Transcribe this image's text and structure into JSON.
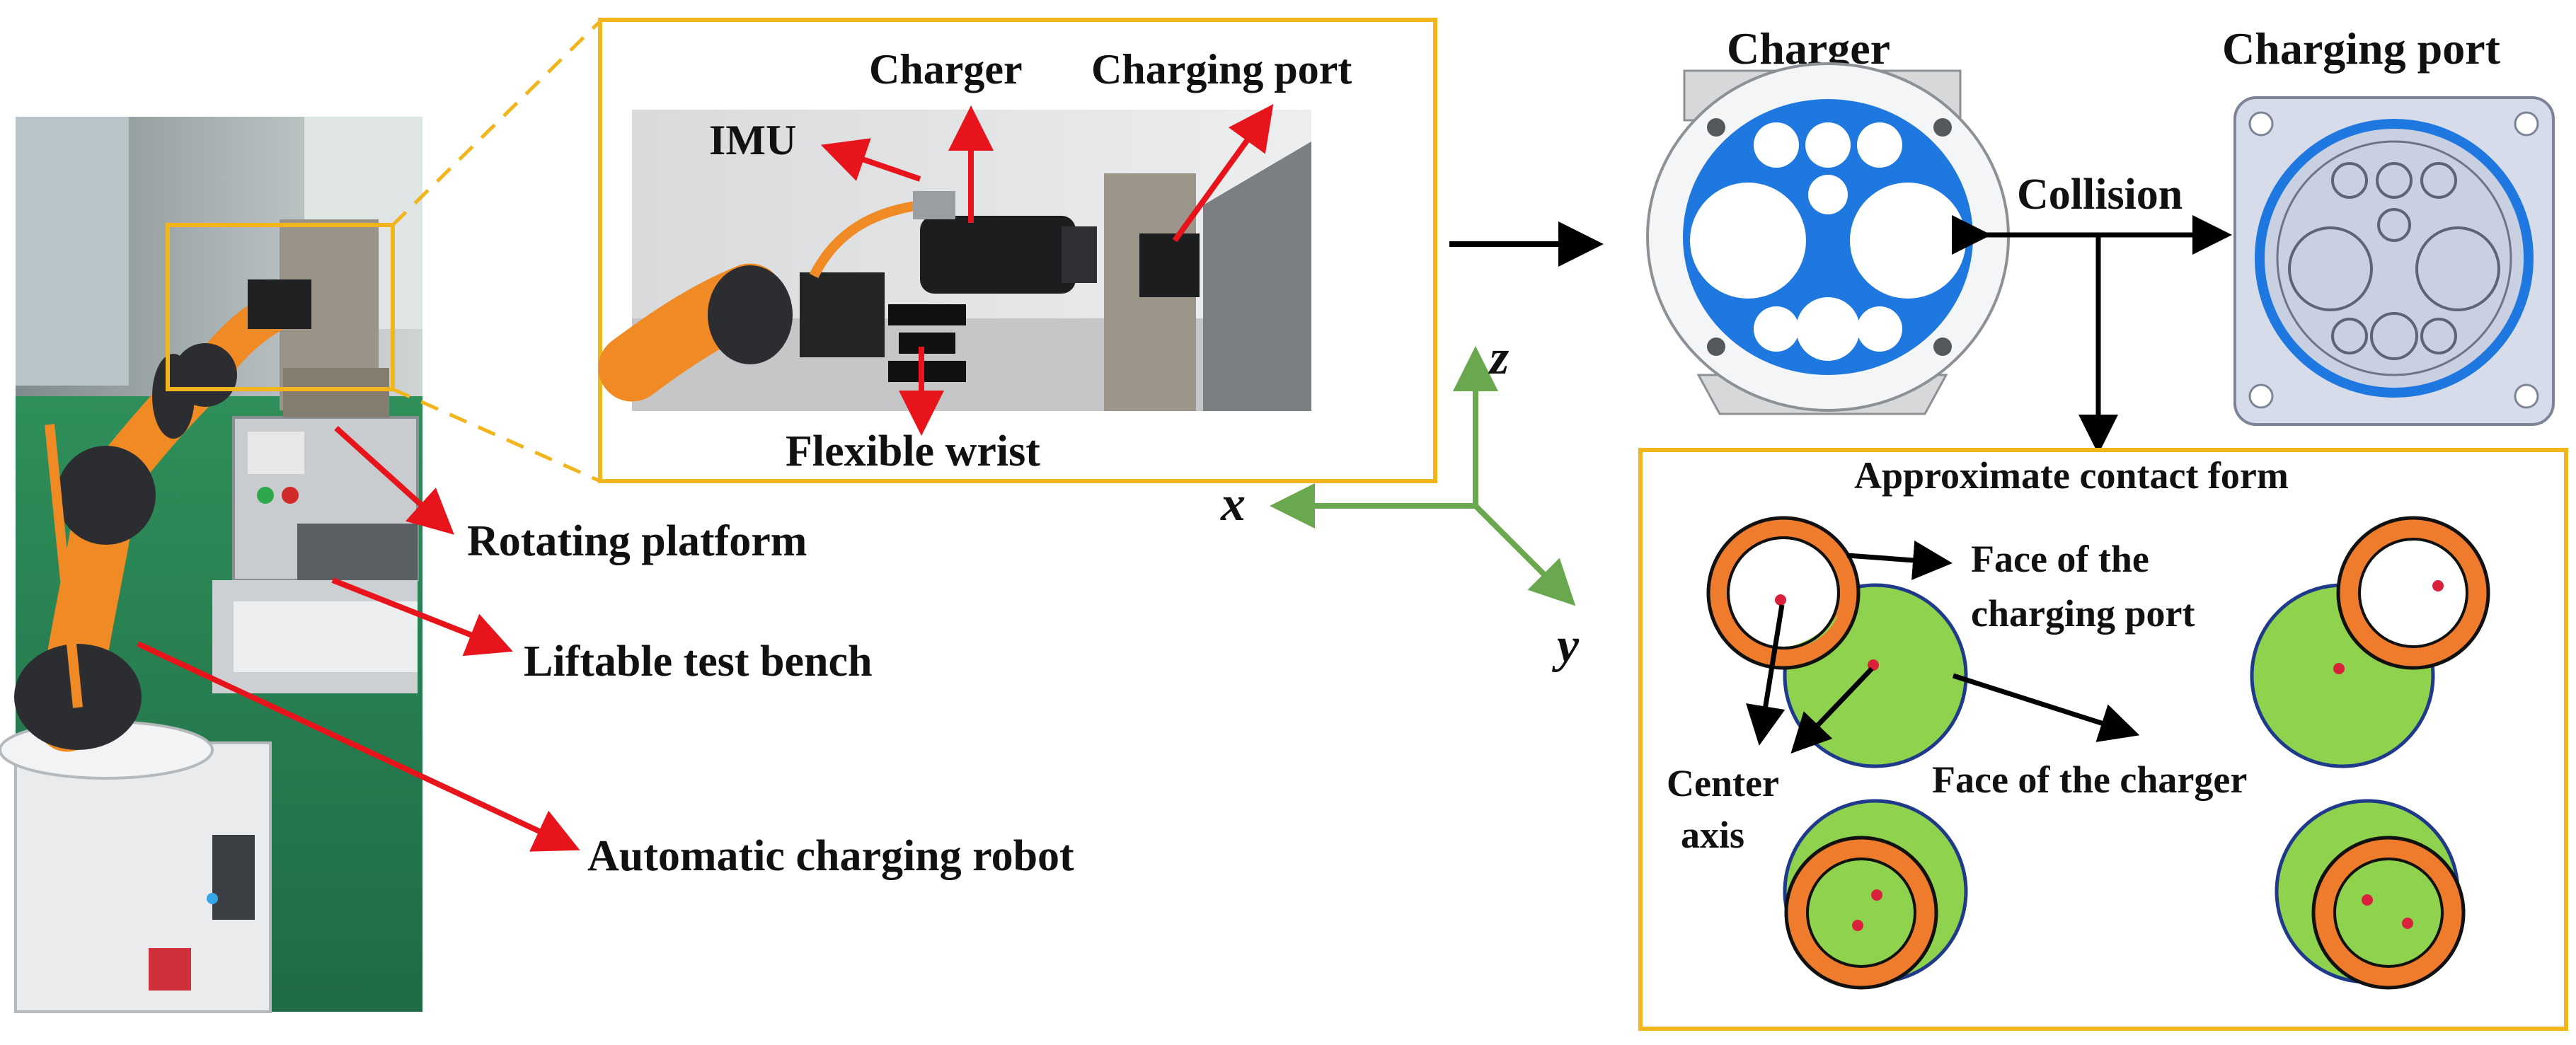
{
  "photo_labels": {
    "imu": "IMU",
    "charger": "Charger",
    "charging_port": "Charging port",
    "flexible_wrist": "Flexible wrist",
    "rotating_platform": "Rotating platform",
    "liftable_test_bench": "Liftable test bench",
    "automatic_charging_robot": "Automatic charging robot"
  },
  "axes": {
    "x": "x",
    "y": "y",
    "z": "z"
  },
  "right_panel": {
    "charger_title": "Charger",
    "charging_port_title": "Charging port",
    "collision": "Collision",
    "contact_title": "Approximate contact form",
    "face_port": [
      "Face of the",
      "charging port"
    ],
    "face_charger": "Face of the charger",
    "center_axis": [
      "Center",
      "axis"
    ]
  },
  "colors": {
    "frame_yellow": "#f2b51c",
    "arrow_red": "#e8141b",
    "axis_green": "#6aa84f",
    "charger_blue": "#1e78e0",
    "ring_orange": "#ef7b2c",
    "disk_green": "#8ed24e",
    "disk_outline": "#1f3a8a",
    "dot_red": "#d9213b"
  }
}
